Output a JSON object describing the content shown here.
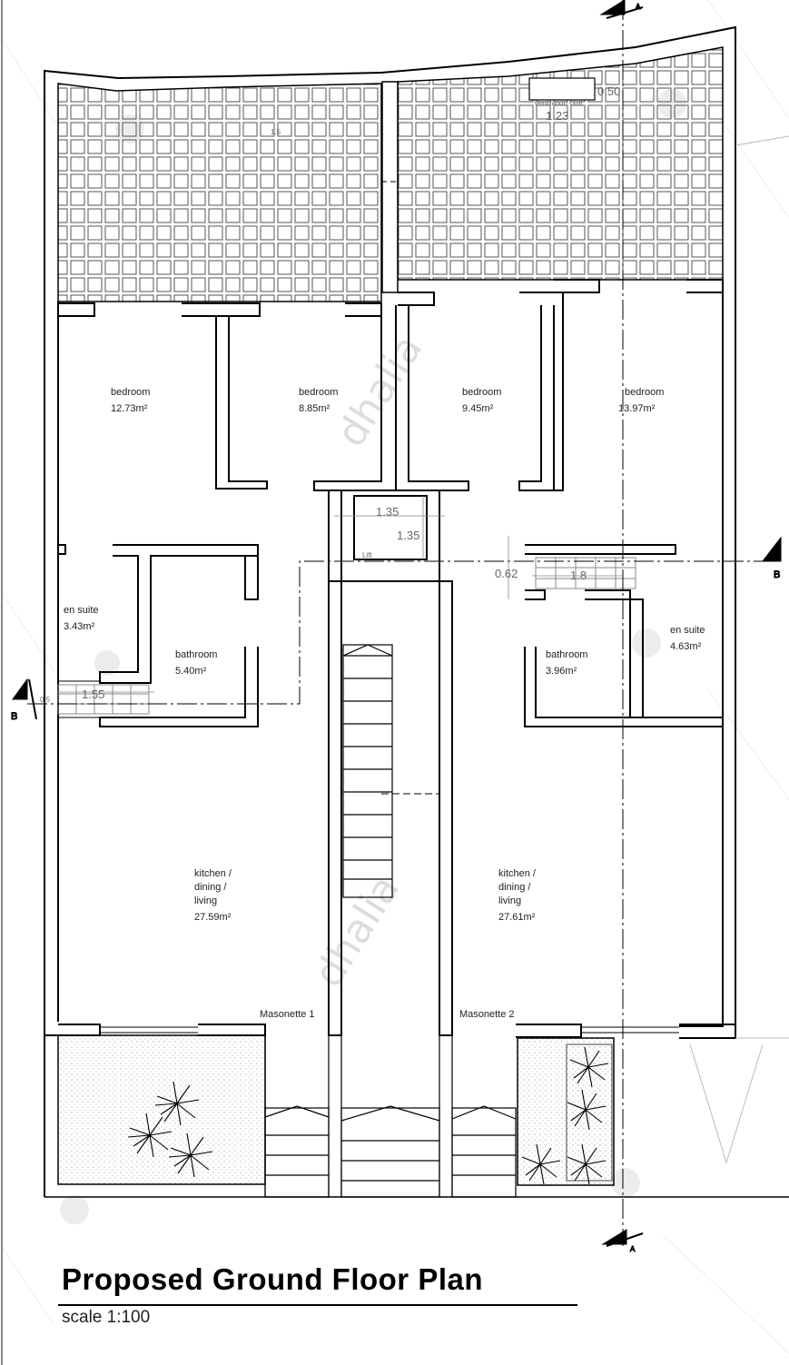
{
  "title": "Proposed Ground Floor Plan",
  "scale": "scale 1:100",
  "watermark": "dhalia",
  "units": {
    "masonette_1": "Masonette 1",
    "masonette_2": "Masonette 2"
  },
  "rooms": {
    "bedroom_1": {
      "name": "bedroom",
      "area": "12.73m²"
    },
    "bedroom_2": {
      "name": "bedroom",
      "area": "8.85m²"
    },
    "bedroom_3": {
      "name": "bedroom",
      "area": "9.45m²"
    },
    "bedroom_4": {
      "name": "bedroom",
      "area": "13.97m²"
    },
    "ensuite_1": {
      "name": "en suite",
      "area": "3.43m²"
    },
    "bathroom_1": {
      "name": "bathroom",
      "area": "5.40m²"
    },
    "bathroom_2": {
      "name": "bathroom",
      "area": "3.96m²"
    },
    "ensuite_2": {
      "name": "en suite",
      "area": "4.63m²"
    },
    "kitchen_1": {
      "line1": "kitchen /",
      "line2": "dining /",
      "line3": "living",
      "area": "27.59m²"
    },
    "kitchen_2": {
      "line1": "kitchen /",
      "line2": "dining /",
      "line3": "living",
      "area": "27.61m²"
    },
    "lift": "Lift",
    "ventilation": "Ventilation Grill"
  },
  "dimensions": {
    "vent_w": "0.50",
    "vent_l": "1.23",
    "lift_w": "1.35",
    "lift_d": "1.35",
    "skylight_w": "0.62",
    "skylight_l": "1.8",
    "left_opening": "1.55",
    "small_1": "1.5",
    "small_2": "0.5"
  },
  "section_marks": {
    "b": "B",
    "a": "A"
  }
}
